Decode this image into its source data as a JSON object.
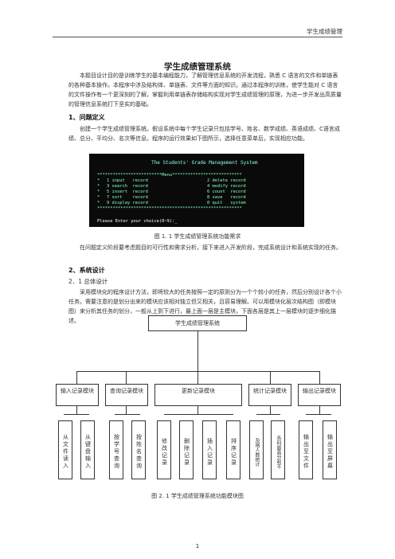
{
  "header": {
    "text": "学生成绩管理"
  },
  "title": "学生成绩管理系统",
  "intro": "本题目设计目的是训练学生的基本编程能力，了解管理信息系统的开发流程，熟悉 C 语言的文件和单链表的各种基本操作。本程序中涉及结构体、单链表、文件等方面的知识。通过本程序的训练，使学生能对 C 语言的文件操作有一个更深刻的了解，掌握利用单链表存储结构实现对学生成绩管理的原理，为进一步开发出高质量的管理信息系统打下坚实的基础。",
  "section1": {
    "heading": "1、问题定义",
    "para": "创建一个学生成绩管理系统。假设系统中每个学生记录只包括学号、姓名、数学成绩、英语成绩、C语言成绩、总分、平均分、名次等信息。程序的运行效果如下图所示，选择任意菜单后，实现相应功能。"
  },
  "console": {
    "title": "The Students' Grade Management System",
    "stars_top": "*************************Menu***************************",
    "stars_bottom": "********************************************************",
    "items": [
      {
        "left": "1 input   record",
        "right": "2 delete record"
      },
      {
        "left": "3 search  record",
        "right": "4 modify record"
      },
      {
        "left": "5 insert  record",
        "right": "6 count  record"
      },
      {
        "left": "7 sort    record",
        "right": "8 save   record"
      },
      {
        "left": "9 display record",
        "right": "0 quit   system"
      }
    ],
    "prompt": "Please Enter your choice(0~9):_"
  },
  "figure1_caption": "图 1. 1    学生成绩管理系统功能需求",
  "para_after_fig1": "在问题定义阶段要考虑题目的可行性和需求分析，接下来进入开发阶段，完成系统设计和系统实现的任务。",
  "section2": {
    "heading": "2、系统设计",
    "subheading": "2．1  总体设计",
    "para": "采用模块化的程序设计方法，即将较大的任务按照一定的原则分为一个个较小的任务，然后分别设计各个小任务。需要注意的是划分出来的模块应该相对独立但又相关，且容易理解。可以用模块化层次结构图（即模块图）来分析其任务的划分，一般从上到下进行，最上面一层是主模块，下面各层是其上一层模块的逐步细化描述。"
  },
  "diagram": {
    "root": "学生成绩管理系统",
    "modules": [
      "输入记录模块",
      "查询记录模块",
      "更新记录模块",
      "统计记录模块",
      "输出记录模块"
    ],
    "leaves": [
      "从文件读入",
      "从键盘输入",
      "按学号查询",
      "按姓名查询",
      "修改记录",
      "删除记录",
      "插入记录",
      "排序记录",
      "及格人数统计",
      "各科最高分和不",
      "输出至文件",
      "输出至屏幕"
    ]
  },
  "figure2_caption": "图 2. 1    学生成绩管理系统功能模块图",
  "page_number": "1"
}
